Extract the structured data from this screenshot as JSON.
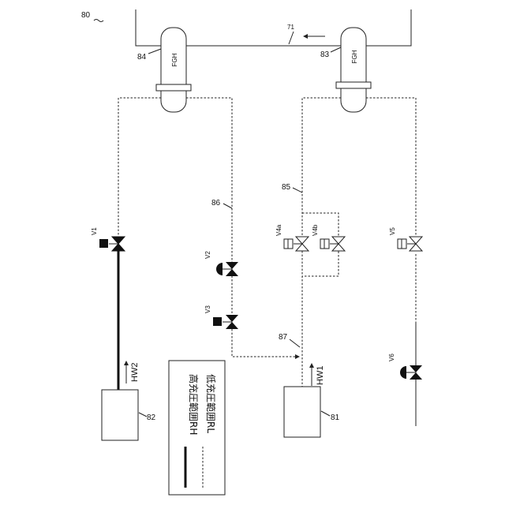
{
  "figure": {
    "system_ref": "80",
    "bus_ref": "71",
    "fgh_left_ref": "84",
    "fgh_right_ref": "83",
    "fgh_label": "FGH",
    "pipe_low_left_ref": "86",
    "pipe_low_right_ref": "85",
    "junction_ref": "87",
    "valves": {
      "v1": "V1",
      "v2": "V2",
      "v3": "V3",
      "v4a": "V4a",
      "v4b": "V4b",
      "v5": "V5",
      "v6": "V6"
    },
    "source_left_ref": "82",
    "source_right_ref": "81",
    "hw2": "HW2",
    "hw1": "HW1"
  },
  "legend": {
    "high_label": "高充圧範囲RH",
    "low_label": "低充圧範囲RL"
  }
}
